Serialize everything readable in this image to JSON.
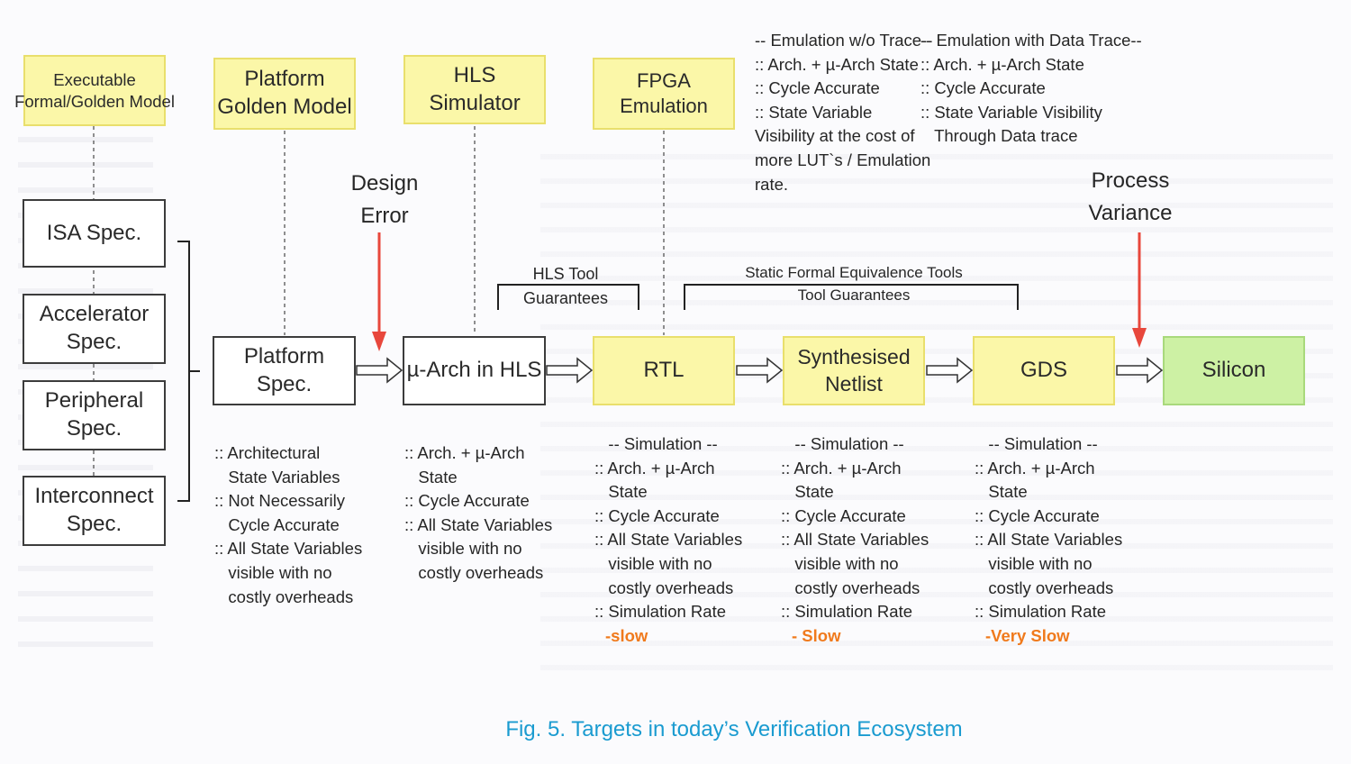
{
  "models": {
    "executable": "Executable\nFormal/Golden Model",
    "platform_golden": "Platform\nGolden Model",
    "hls_simulator": "HLS Simulator",
    "fpga_emulation": "FPGA Emulation"
  },
  "specs": {
    "isa": "ISA Spec.",
    "accelerator": "Accelerator\nSpec.",
    "peripheral": "Peripheral\nSpec.",
    "interconnect": "Interconnect\nSpec."
  },
  "flow": {
    "platform_spec": "Platform Spec.",
    "uarch_hls": "µ-Arch in HLS",
    "rtl": "RTL",
    "netlist": "Synthesised\nNetlist",
    "gds": "GDS",
    "silicon": "Silicon"
  },
  "labels": {
    "design_error": "Design\nError",
    "process_variance": "Process\nVariance",
    "hls_guarantees": "HLS Tool\nGuarantees",
    "formal_guarantees": "Static Formal Equivalence Tools\nTool Guarantees"
  },
  "emulation": {
    "without_trace": "-- Emulation w/o Trace--\n:: Arch. + µ-Arch State\n:: Cycle Accurate\n:: State Variable\nVisibility at the cost of\nmore LUT`s / Emulation\nrate.",
    "with_trace": "-- Emulation with Data Trace--\n:: Arch. + µ-Arch State\n:: Cycle Accurate\n:: State Variable Visibility\n   Through Data trace"
  },
  "notes": {
    "platform": ":: Architectural\n   State Variables\n:: Not Necessarily\n   Cycle Accurate\n:: All State Variables\n   visible with no\n   costly overheads",
    "hls": ":: Arch. + µ-Arch\n   State\n:: Cycle Accurate\n:: All State Variables\n   visible with no\n   costly overheads",
    "rtl": "   -- Simulation --\n:: Arch. + µ-Arch\n   State\n:: Cycle Accurate\n:: All State Variables\n   visible with no\n   costly overheads\n:: Simulation Rate",
    "rtl_rate": "-slow",
    "netlist": "   -- Simulation --\n:: Arch. + µ-Arch\n   State\n:: Cycle Accurate\n:: All State Variables\n   visible with no\n   costly overheads\n:: Simulation Rate",
    "netlist_rate": "- Slow",
    "gds": "   -- Simulation --\n:: Arch. + µ-Arch\n   State\n:: Cycle Accurate\n:: All State Variables\n   visible with no\n   costly overheads\n:: Simulation Rate",
    "gds_rate": "-Very Slow"
  },
  "caption": "Fig. 5.    Targets in today’s Verification Ecosystem",
  "colors": {
    "model_fill": "#fbf7a8",
    "silicon_fill": "#cdf1a4",
    "arrow_red": "#e8473c",
    "caption": "#1a9bd0",
    "rate": "#f07a1c"
  }
}
